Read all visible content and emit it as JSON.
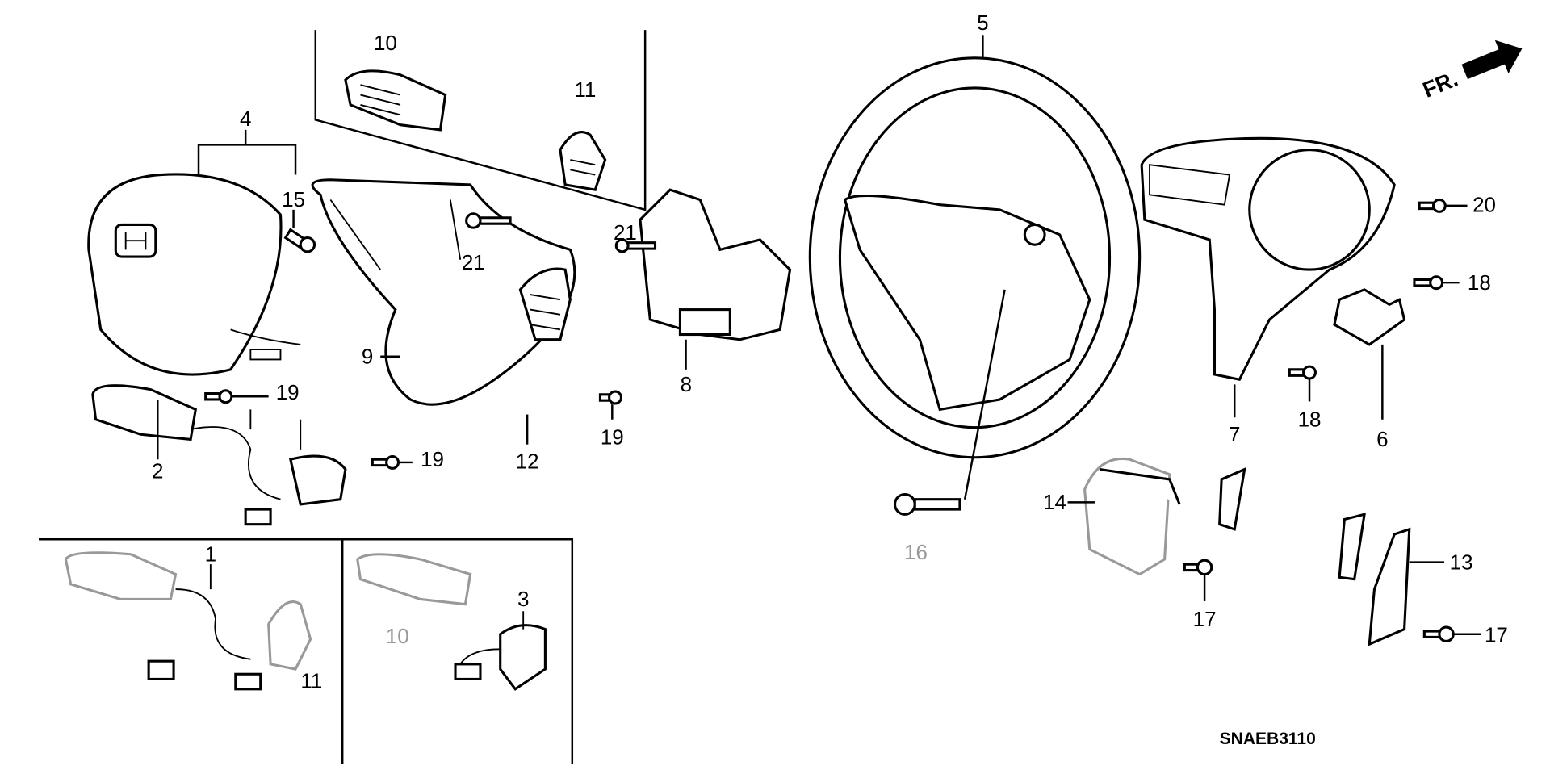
{
  "diagram": {
    "code": "SNAEB3110",
    "direction_label": "FR.",
    "labels": [
      "10",
      "11",
      "4",
      "15",
      "21",
      "21",
      "9",
      "8",
      "19",
      "2",
      "19",
      "12",
      "19",
      "5",
      "20",
      "18",
      "7",
      "18",
      "6",
      "14",
      "16",
      "17",
      "13",
      "17",
      "1",
      "3",
      "10",
      "11"
    ]
  }
}
